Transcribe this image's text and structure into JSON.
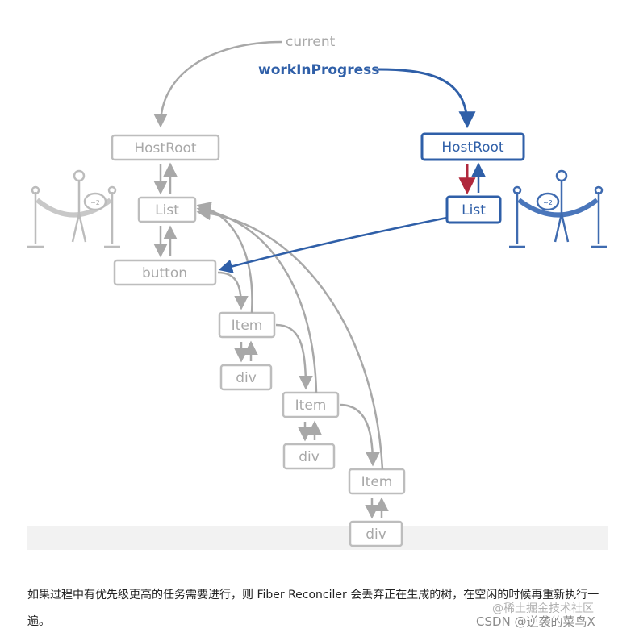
{
  "diagram": {
    "labels": {
      "current": "current",
      "work_in_progress": "workInProgress"
    },
    "current_tree": {
      "host_root": "HostRoot",
      "list": "List",
      "button": "button",
      "item_1": "Item",
      "div_1": "div",
      "item_2": "Item",
      "div_2": "div",
      "item_3": "Item",
      "div_3": "div"
    },
    "wip_tree": {
      "host_root": "HostRoot",
      "list": "List"
    },
    "decorations": {
      "badge_left": "~2",
      "badge_right": "~2"
    },
    "colors": {
      "current_gray": "#a8a8a8",
      "wip_blue": "#2f5fa8",
      "child_arrow_red": "#b0283c",
      "faint_bg": "#f2f2f2"
    }
  },
  "caption": "如果过程中有优先级更高的任务需要进行，则 Fiber Reconciler 会丢弃正在生成的树，在空闲的时候再重新执行一遍。",
  "watermark": {
    "top": "@稀土掘金技术社区",
    "bottom": "CSDN @逆袭的菜鸟X"
  }
}
